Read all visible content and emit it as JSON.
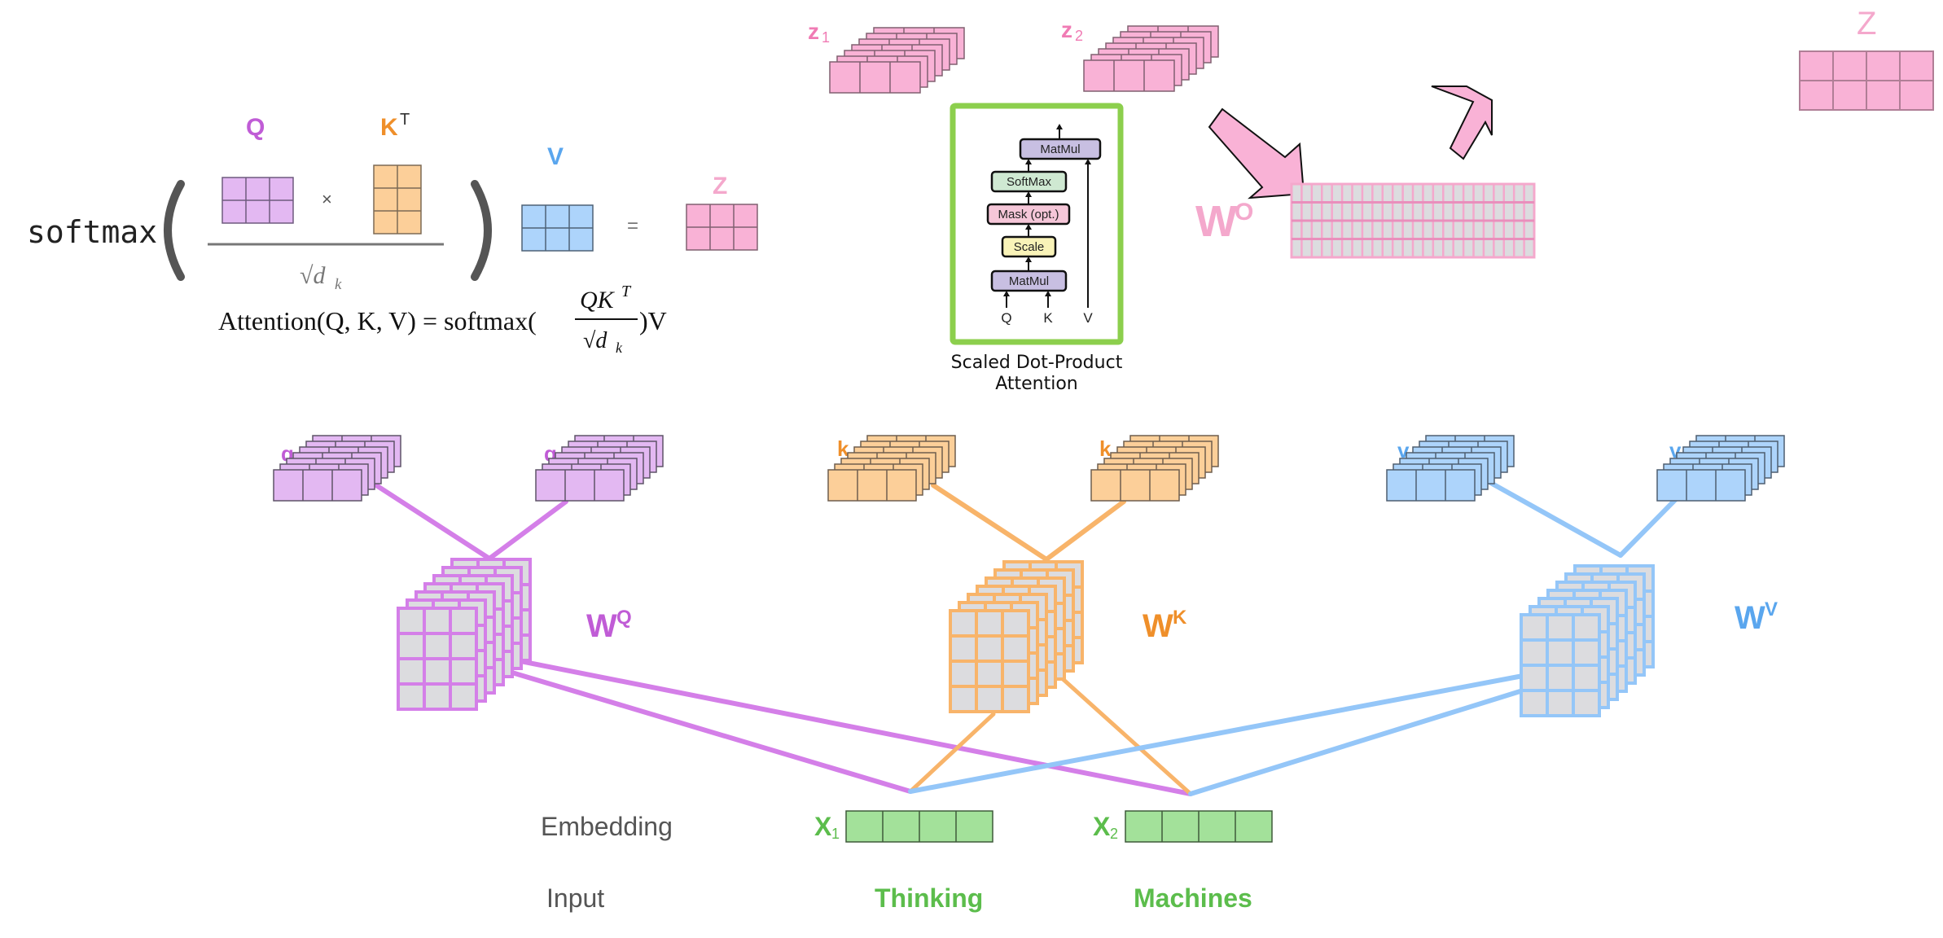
{
  "colors": {
    "q": "#c05cd6",
    "q_fill": "#e3b8f2",
    "q_line": "#d47fe8",
    "k": "#ef8f2a",
    "k_fill": "#fccf99",
    "k_line": "#f8b46a",
    "v": "#5aa6ee",
    "v_fill": "#add4fb",
    "v_line": "#94c6f8",
    "z": "#f07bb4",
    "z_fill": "#f9b2d6",
    "x": "#5cbd4c",
    "x_fill": "#a3e19a",
    "weight_cell": "#dcdcdf",
    "green_frame": "#8ccf4d"
  },
  "formula": {
    "softmax_label": "softmax",
    "q_label": "Q",
    "kt_label": "K",
    "kt_sup": "T",
    "v_label": "V",
    "z_label": "Z",
    "times": "×",
    "equals": "=",
    "denominator": "√d",
    "denominator_sub": "k",
    "attention_lhs": "Attention(Q, K, V) = softmax(",
    "attention_num": "QK",
    "attention_num_sup": "T",
    "attention_den": "√d",
    "attention_den_sub": "k",
    "attention_rhs": ")V"
  },
  "sdpa": {
    "caption_line1": "Scaled Dot-Product",
    "caption_line2": "Attention",
    "blocks": [
      {
        "label": "MatMul",
        "fill": "#c8bfe2"
      },
      {
        "label": "SoftMax",
        "fill": "#cfe9d2"
      },
      {
        "label": "Mask (opt.)",
        "fill": "#f5c6d8"
      },
      {
        "label": "Scale",
        "fill": "#f9f3b8"
      },
      {
        "label": "MatMul",
        "fill": "#c8bfe2"
      }
    ],
    "inputs": [
      "Q",
      "K",
      "V"
    ]
  },
  "outputs": {
    "z1_label": "z",
    "z1_sub": "1",
    "z2_label": "z",
    "z2_sub": "2",
    "wo_label": "W",
    "wo_sup": "O",
    "z_final_label": "Z"
  },
  "projections": {
    "q_label": "q",
    "k_label": "k",
    "v_label": "v",
    "wq_label": "W",
    "wq_sup": "Q",
    "wk_label": "W",
    "wk_sup": "K",
    "wv_label": "W",
    "wv_sup": "V"
  },
  "embedding": {
    "row_label": "Embedding",
    "x1_label": "X",
    "x1_sub": "1",
    "x2_label": "X",
    "x2_sub": "2"
  },
  "input": {
    "row_label": "Input",
    "word1": "Thinking",
    "word2": "Machines"
  }
}
